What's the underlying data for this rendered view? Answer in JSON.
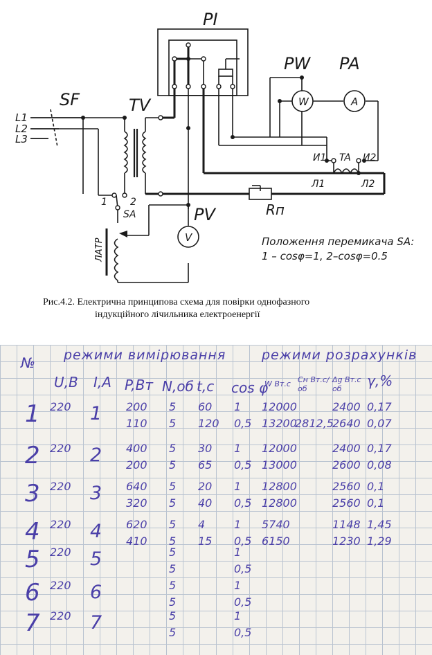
{
  "figure": {
    "labels": {
      "pi": "PI",
      "pw": "PW",
      "pa": "PA",
      "sf": "SF",
      "tv": "TV",
      "l1": "L1",
      "l2": "L2",
      "l3": "L3",
      "w": "W",
      "a": "A",
      "v": "V",
      "i1": "И1",
      "ta": "TA",
      "i2": "И2",
      "л1": "Л1",
      "л2": "Л2",
      "pos1": "1",
      "pos2": "2",
      "sa": "SA",
      "pv": "PV",
      "rp": "Rп",
      "latr": "ЛАТР"
    },
    "note_line1": "Положення перемикача SA:",
    "note_line2": "1 – cosφ=1, 2–cosφ=0.5"
  },
  "caption": {
    "line1": "Рис.4.2.  Електрична принципова схема для повірки однофазного",
    "line2": "індукційного лічильника електроенергії"
  },
  "table": {
    "group_left": "режими вимірювання",
    "group_right": "режими розрахунків",
    "columns": [
      "№",
      "U,B",
      "I,A",
      "P,Bт",
      "N,об",
      "t,c",
      "cos φ",
      "W Bт.с",
      "Cн Bт.с/об",
      "Δg Bт.с об",
      "γ,%"
    ],
    "groups": [
      {
        "n": "1",
        "u": "220",
        "i": "1",
        "rows": [
          {
            "p": "200",
            "nob": "5",
            "t": "60",
            "cos": "1",
            "w": "12000",
            "cn": "",
            "dw": "2400",
            "g": "0,17"
          },
          {
            "p": "110",
            "nob": "5",
            "t": "120",
            "cos": "0,5",
            "w": "13200",
            "cn": "2812,5",
            "dw": "2640",
            "g": "0,07"
          }
        ]
      },
      {
        "n": "2",
        "u": "220",
        "i": "2",
        "rows": [
          {
            "p": "400",
            "nob": "5",
            "t": "30",
            "cos": "1",
            "w": "12000",
            "cn": "",
            "dw": "2400",
            "g": "0,17"
          },
          {
            "p": "200",
            "nob": "5",
            "t": "65",
            "cos": "0,5",
            "w": "13000",
            "cn": "",
            "dw": "2600",
            "g": "0,08"
          }
        ]
      },
      {
        "n": "3",
        "u": "220",
        "i": "3",
        "rows": [
          {
            "p": "640",
            "nob": "5",
            "t": "20",
            "cos": "1",
            "w": "12800",
            "cn": "",
            "dw": "2560",
            "g": "0,1"
          },
          {
            "p": "320",
            "nob": "5",
            "t": "40",
            "cos": "0,5",
            "w": "12800",
            "cn": "",
            "dw": "2560",
            "g": "0,1"
          }
        ]
      },
      {
        "n": "4",
        "u": "220",
        "i": "4",
        "rows": [
          {
            "p": "620",
            "nob": "5",
            "t": "4",
            "cos": "1",
            "w": "5740",
            "cn": "",
            "dw": "1148",
            "g": "1,45"
          },
          {
            "p": "410",
            "nob": "5",
            "t": "15",
            "cos": "0,5",
            "w": "6150",
            "cn": "",
            "dw": "1230",
            "g": "1,29"
          }
        ]
      },
      {
        "n": "5",
        "u": "220",
        "i": "5",
        "rows": [
          {
            "p": "",
            "nob": "5",
            "t": "",
            "cos": "1",
            "w": "",
            "cn": "",
            "dw": "",
            "g": ""
          },
          {
            "p": "",
            "nob": "5",
            "t": "",
            "cos": "0,5",
            "w": "",
            "cn": "",
            "dw": "",
            "g": ""
          }
        ]
      },
      {
        "n": "6",
        "u": "220",
        "i": "6",
        "rows": [
          {
            "p": "",
            "nob": "5",
            "t": "",
            "cos": "1",
            "w": "",
            "cn": "",
            "dw": "",
            "g": ""
          },
          {
            "p": "",
            "nob": "5",
            "t": "",
            "cos": "0,5",
            "w": "",
            "cn": "",
            "dw": "",
            "g": ""
          }
        ]
      },
      {
        "n": "7",
        "u": "220",
        "i": "7",
        "rows": [
          {
            "p": "",
            "nob": "5",
            "t": "",
            "cos": "1",
            "w": "",
            "cn": "",
            "dw": "",
            "g": ""
          },
          {
            "p": "",
            "nob": "5",
            "t": "",
            "cos": "0,5",
            "w": "",
            "cn": "",
            "dw": "",
            "g": ""
          }
        ]
      }
    ]
  }
}
